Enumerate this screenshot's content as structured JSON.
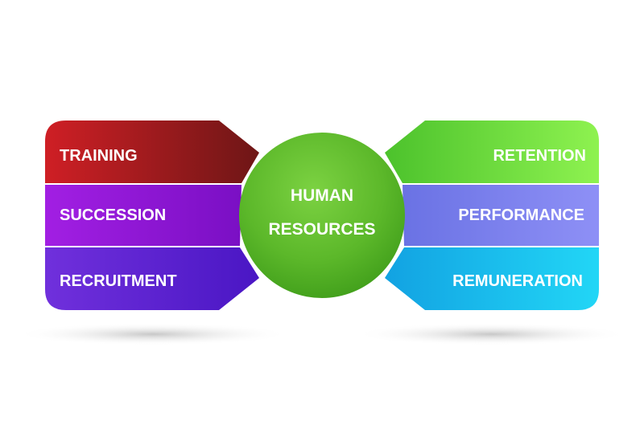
{
  "diagram": {
    "center": {
      "line1": "HUMAN",
      "line2": "RESOURCES",
      "color": "#5cb82a"
    },
    "left_blocks": [
      {
        "label": "TRAINING",
        "color_light": "#c81c23",
        "color_dark": "#7a1515"
      },
      {
        "label": "SUCCESSION",
        "color_light": "#9a1de0",
        "color_dark": "#7f10c8"
      },
      {
        "label": "RECRUITMENT",
        "color_light": "#6a2ad8",
        "color_dark": "#4d18c6"
      }
    ],
    "right_blocks": [
      {
        "label": "RETENTION",
        "color_light": "#86f04c",
        "color_dark": "#52c22a"
      },
      {
        "label": "PERFORMANCE",
        "color_light": "#8a8cf5",
        "color_dark": "#6f76e6"
      },
      {
        "label": "REMUNERATION",
        "color_light": "#20d2f5",
        "color_dark": "#14aae6"
      }
    ]
  }
}
